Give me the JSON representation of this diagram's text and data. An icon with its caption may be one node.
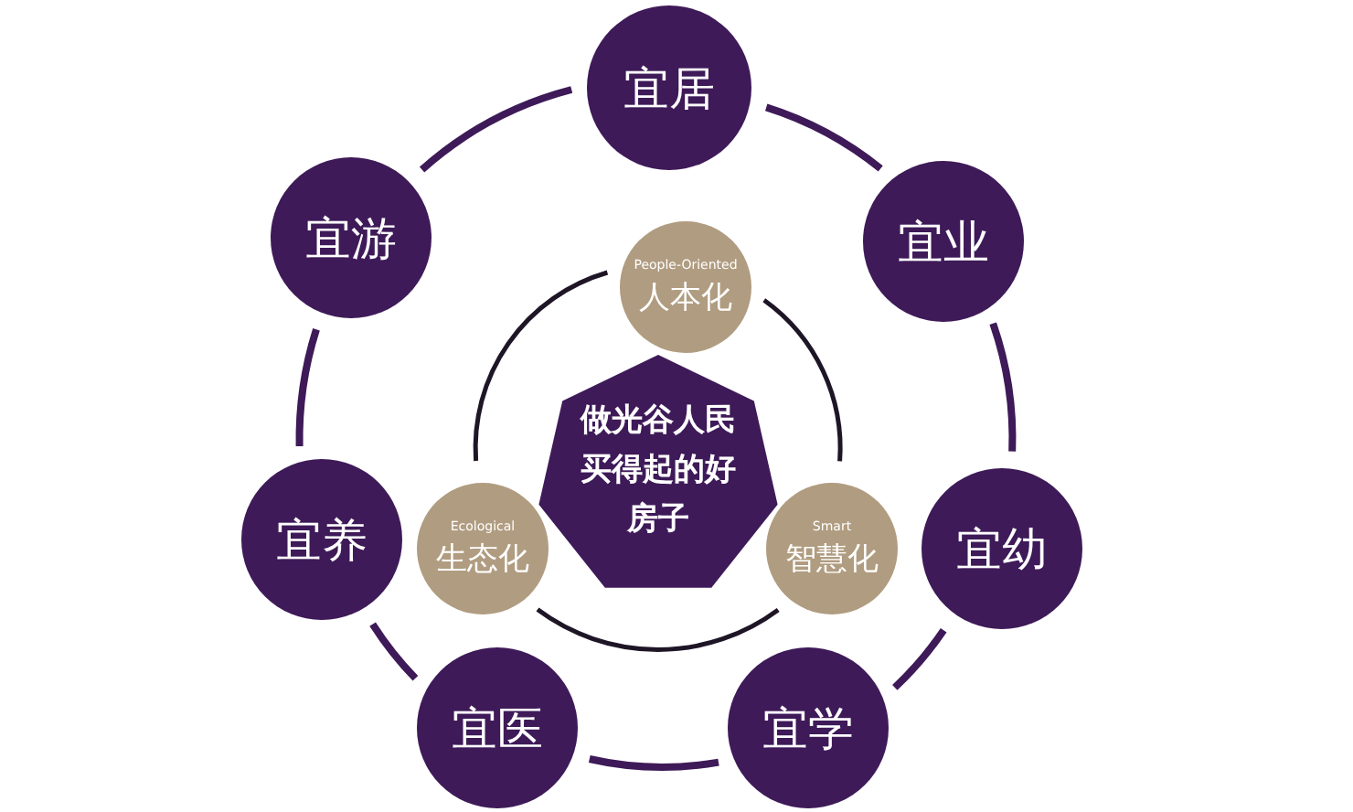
{
  "diagram": {
    "nodes": [
      {
        "text": [
          "宜居"
        ]
      },
      {
        "text": [
          "宜业"
        ]
      },
      {
        "text": [
          "宜幼"
        ]
      },
      {
        "text": [
          "宜学"
        ]
      },
      {
        "text": [
          "宜医"
        ]
      },
      {
        "text": [
          "宜养"
        ]
      },
      {
        "text": [
          "宜游"
        ]
      },
      {
        "text": [
          "People-Oriented",
          "人本化"
        ]
      },
      {
        "text": [
          "Ecological",
          "生态化"
        ]
      },
      {
        "text": [
          "Smart",
          "智慧化"
        ]
      },
      {
        "text": [
          "做光谷人民买得起的好房子"
        ]
      }
    ],
    "edges": [
      {
        "from": 0,
        "to": 1,
        "arrow": "none"
      },
      {
        "from": 1,
        "to": 2,
        "arrow": "none"
      },
      {
        "from": 2,
        "to": 3,
        "arrow": "none"
      },
      {
        "from": 3,
        "to": 4,
        "arrow": "none"
      },
      {
        "from": 4,
        "to": 5,
        "arrow": "none"
      },
      {
        "from": 5,
        "to": 6,
        "arrow": "none"
      },
      {
        "from": 6,
        "to": 0,
        "arrow": "none"
      },
      {
        "from": 7,
        "to": 9,
        "arrow": "none"
      },
      {
        "from": 9,
        "to": 8,
        "arrow": "none"
      },
      {
        "from": 8,
        "to": 7,
        "arrow": "none"
      }
    ]
  }
}
